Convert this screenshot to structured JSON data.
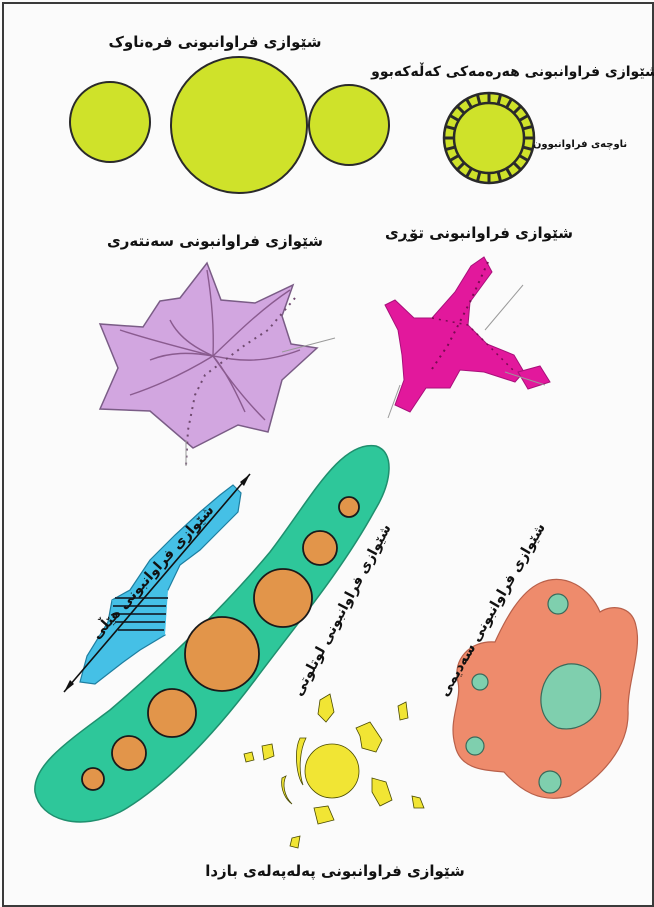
{
  "labels": {
    "multiple_nuclei": "شێوازی فراوانبونی فرەناوک",
    "concentric": "شێوازی فراوانبونی هەرەمەکی کەڵەکەبوو",
    "expansion_zone": "ناوچەی فراوانبوون",
    "star": "شێوازی فراوانبونی سەنتەری",
    "network": "شێوازی فراوانبونی تۆڕی",
    "linear": "شێوازی فراوانبونی هێڵی",
    "corridor": "شێوازی فراوانبونی لوتلوتی",
    "sectoral": "شێوازی فراوانبونی سەدیمی",
    "satellite": "شێوازی فراوانبونی پەلەپەلەی بازدا"
  },
  "colors": {
    "lime": "#cfe22a",
    "lavender": "#d2a6e0",
    "magenta": "#e2189c",
    "sky": "#45c0e6",
    "teal": "#2ec79a",
    "orange": "#e2954a",
    "salmon": "#ee8b6c",
    "mint": "#7fcfae",
    "yellow": "#f1e534"
  }
}
